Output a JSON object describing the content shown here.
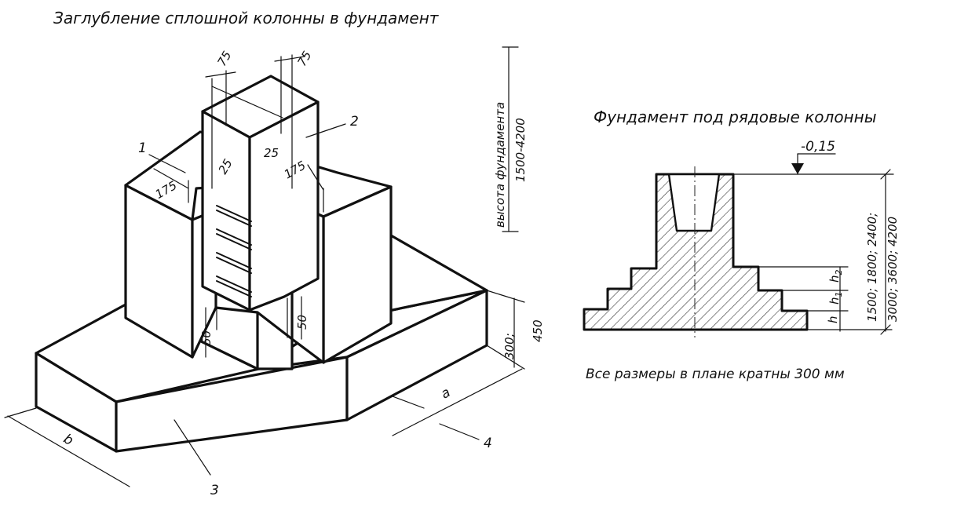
{
  "left_title": "Заглубление сплошной колонны в фундамент",
  "right_title": "Фундамент под рядовые колонны",
  "note": "Все размеры в плане кратны 300 мм",
  "height_label_line1": "высота фундамента",
  "height_label_line2": "1500-4200",
  "dims": {
    "col_top_left": "75",
    "col_top_right": "75",
    "gap_left_175": "175",
    "gap_left_25": "25",
    "gap_right_25": "25",
    "gap_right_175": "175",
    "bottom_left_50": "50",
    "bottom_right_50": "50",
    "step_height_1": "300;",
    "step_height_2": "450",
    "plan_a": "a",
    "plan_b": "b"
  },
  "callouts": [
    "1",
    "2",
    "3",
    "4"
  ],
  "section": {
    "level_mark": "-0,15",
    "heights_line1": "1500; 1800; 2400;",
    "heights_line2": "3000; 3600; 4200",
    "h": "h",
    "h1": "h",
    "h1_sub": "1",
    "h2": "h",
    "h2_sub": "2"
  }
}
